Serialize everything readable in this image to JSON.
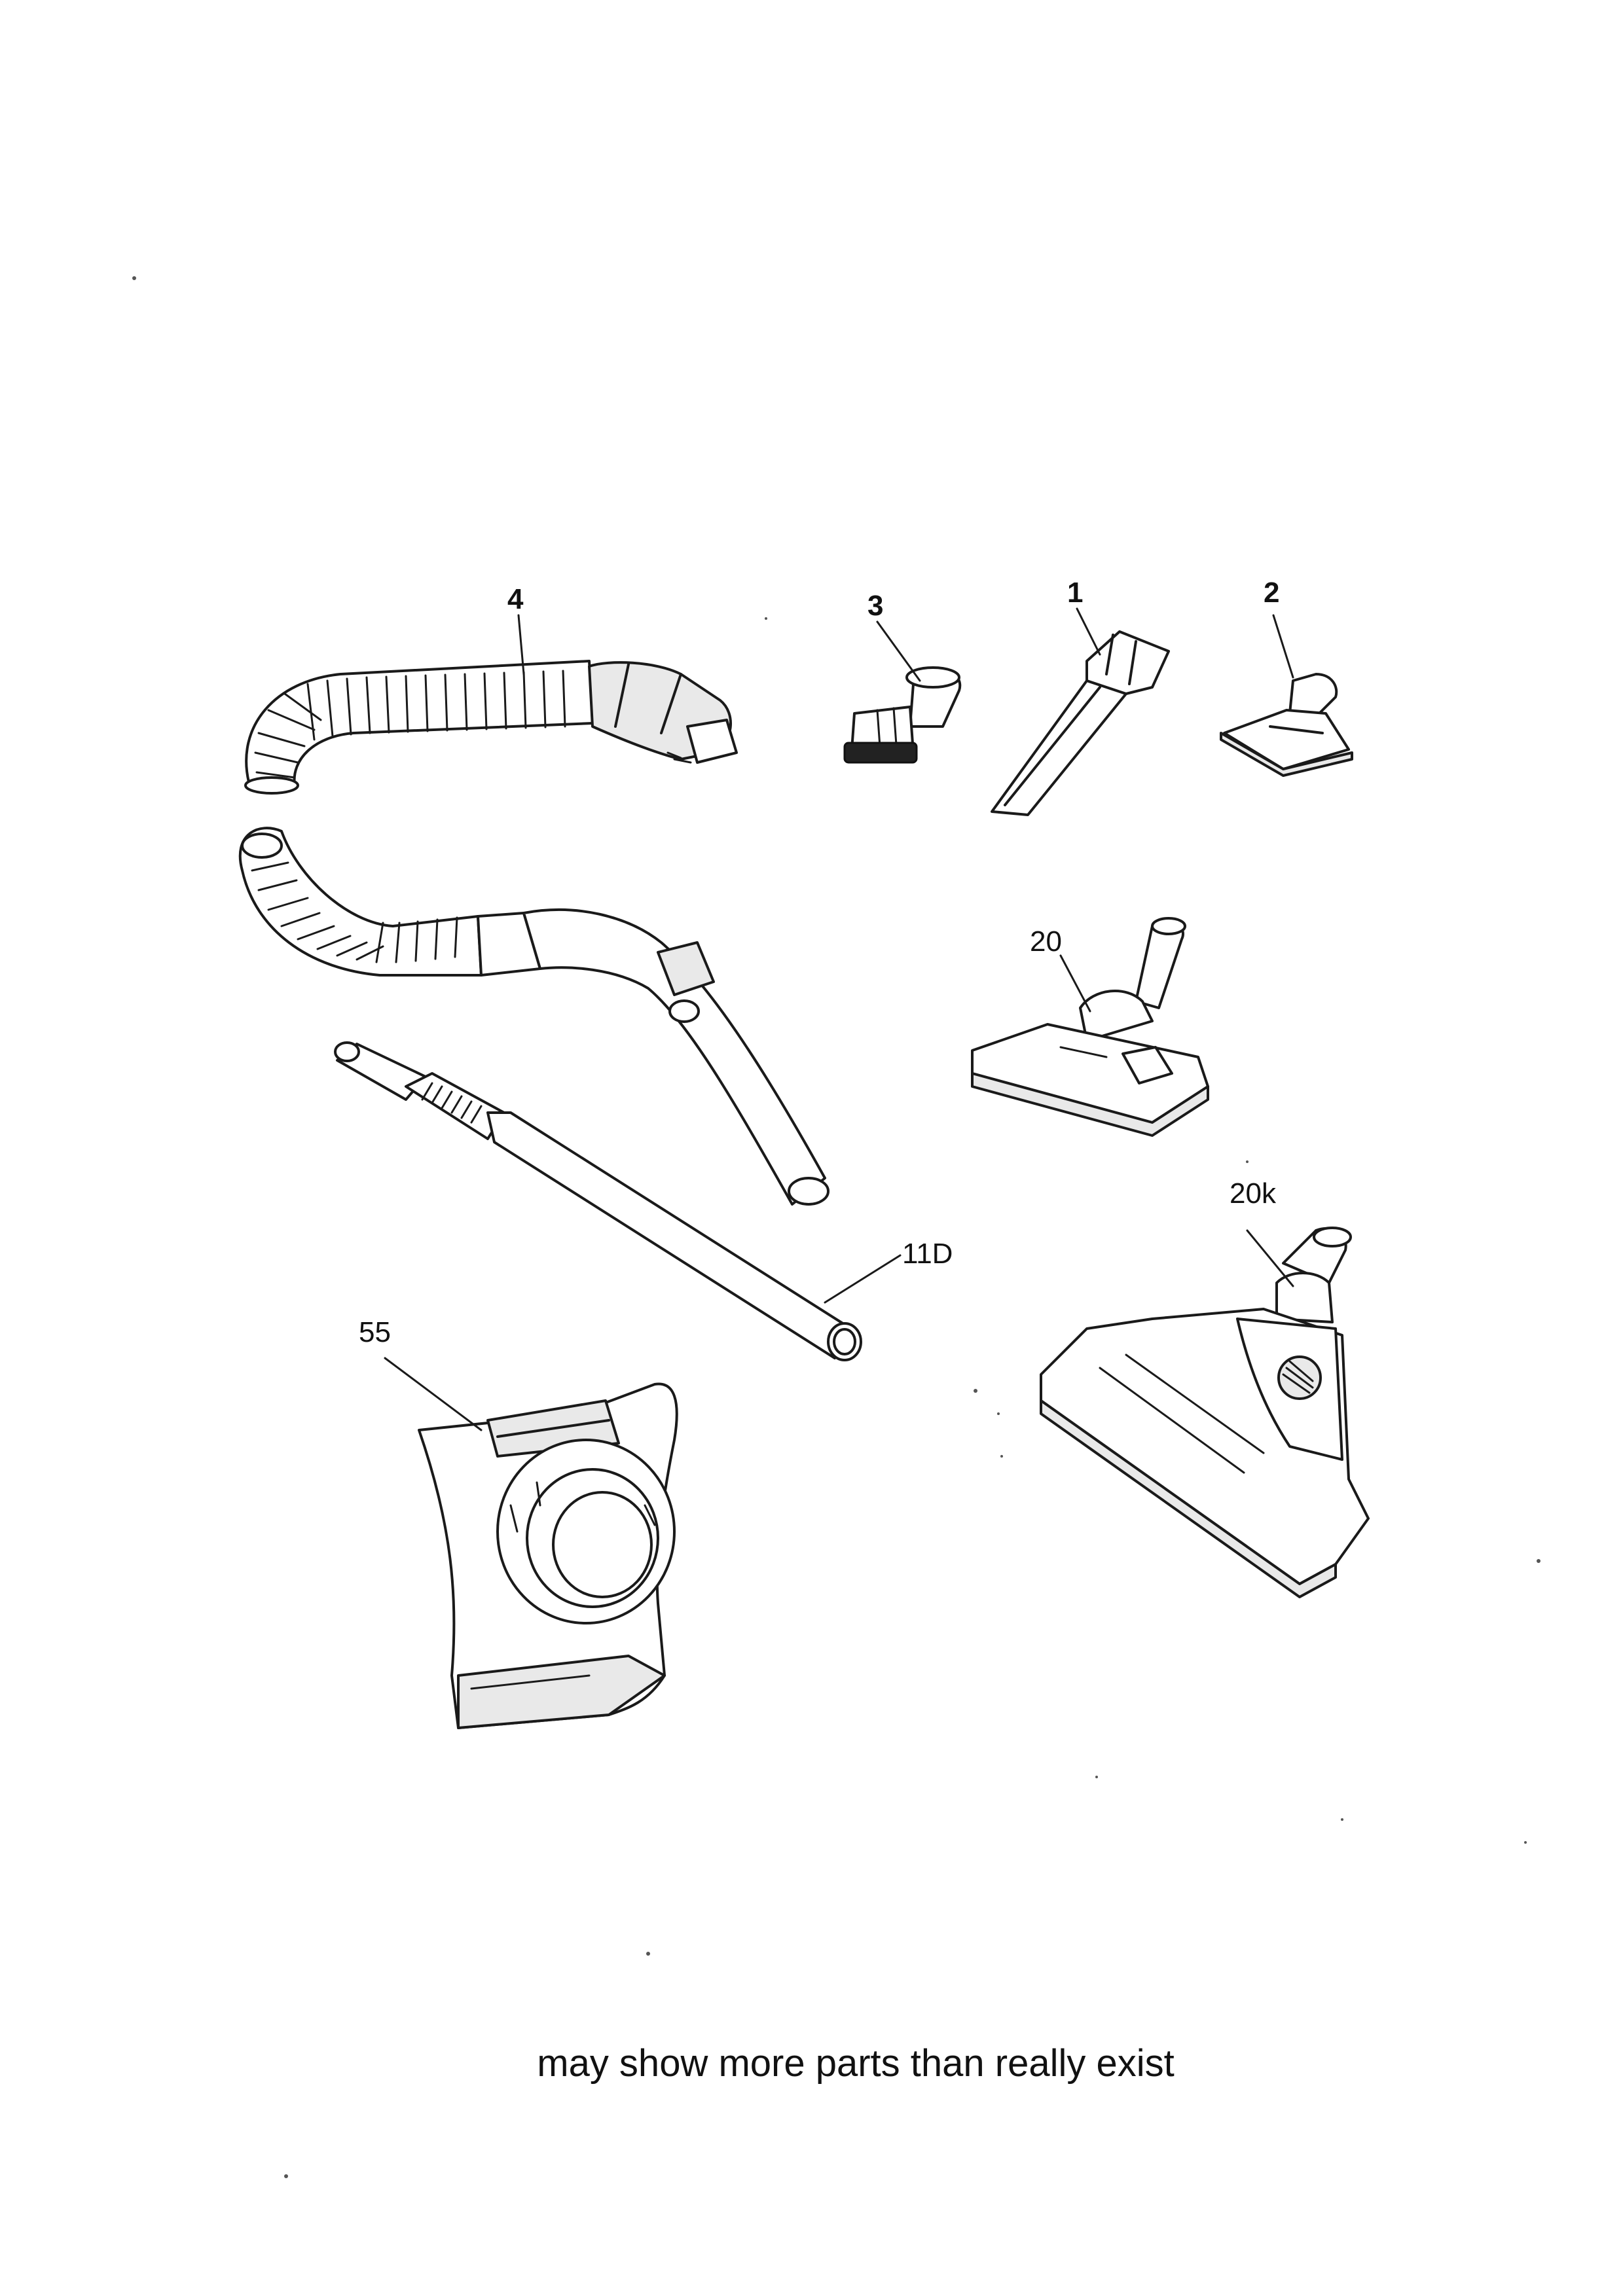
{
  "labels": {
    "hose": "4",
    "dusting_brush": "3",
    "crevice_tool": "1",
    "upholstery_nozzle": "2",
    "floor_nozzle": "20",
    "floor_nozzle_k": "20k",
    "tube": "11D",
    "front_cover": "55"
  },
  "caption": "may show more parts than really exist"
}
